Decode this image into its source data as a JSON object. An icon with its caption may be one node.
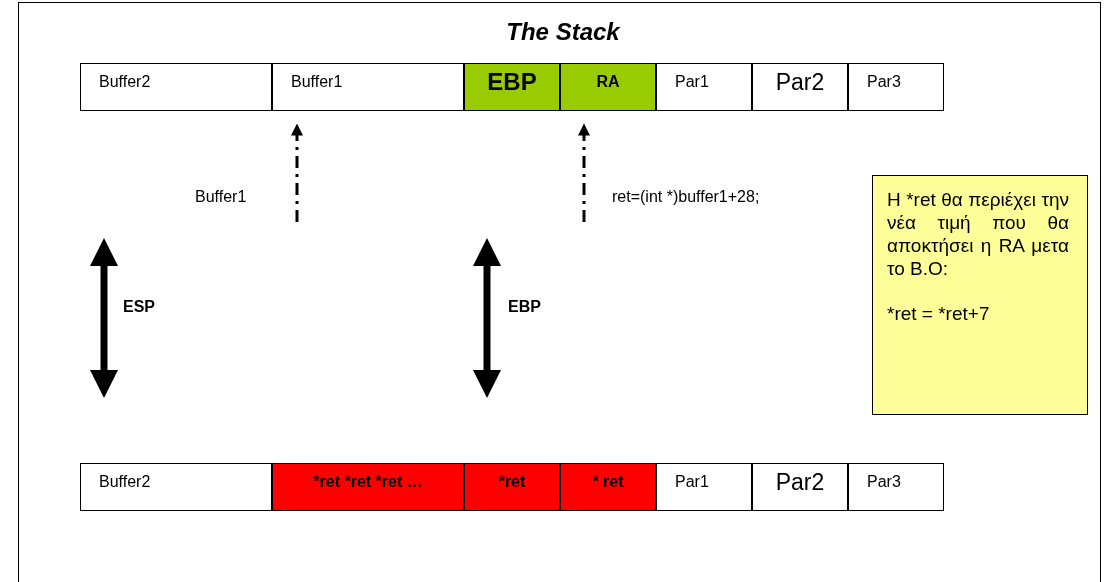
{
  "diagram": {
    "title": "The Stack",
    "nodes": [
      {
        "text": [
          "Buffer2"
        ]
      },
      {
        "text": [
          "Buffer1"
        ]
      },
      {
        "text": [
          "EBP"
        ]
      },
      {
        "text": [
          "RA"
        ]
      },
      {
        "text": [
          "Par1"
        ]
      },
      {
        "text": [
          "Par2"
        ]
      },
      {
        "text": [
          "Par3"
        ]
      },
      {
        "text": [
          "Buffer2"
        ]
      },
      {
        "text": [
          "*ret *ret *ret …"
        ]
      },
      {
        "text": [
          "*ret"
        ]
      },
      {
        "text": [
          "* ret"
        ]
      },
      {
        "text": [
          "Par1"
        ]
      },
      {
        "text": [
          "Par2"
        ]
      },
      {
        "text": [
          "Par3"
        ]
      },
      {
        "text": [
          "Η *ret θα περιέχει την νέα τιμή που θα αποκτήσει η RA μετα το Β.Ο:",
          "*ret = *ret+7"
        ]
      }
    ],
    "edges": [
      {
        "from": null,
        "to": 1,
        "arrow": "to",
        "style": "dashed"
      },
      {
        "from": null,
        "to": 3,
        "arrow": "to",
        "style": "dashed"
      }
    ],
    "labels": [
      "Buffer1",
      "ret=(int *)buffer1+28;",
      "ESP",
      "EBP"
    ]
  }
}
